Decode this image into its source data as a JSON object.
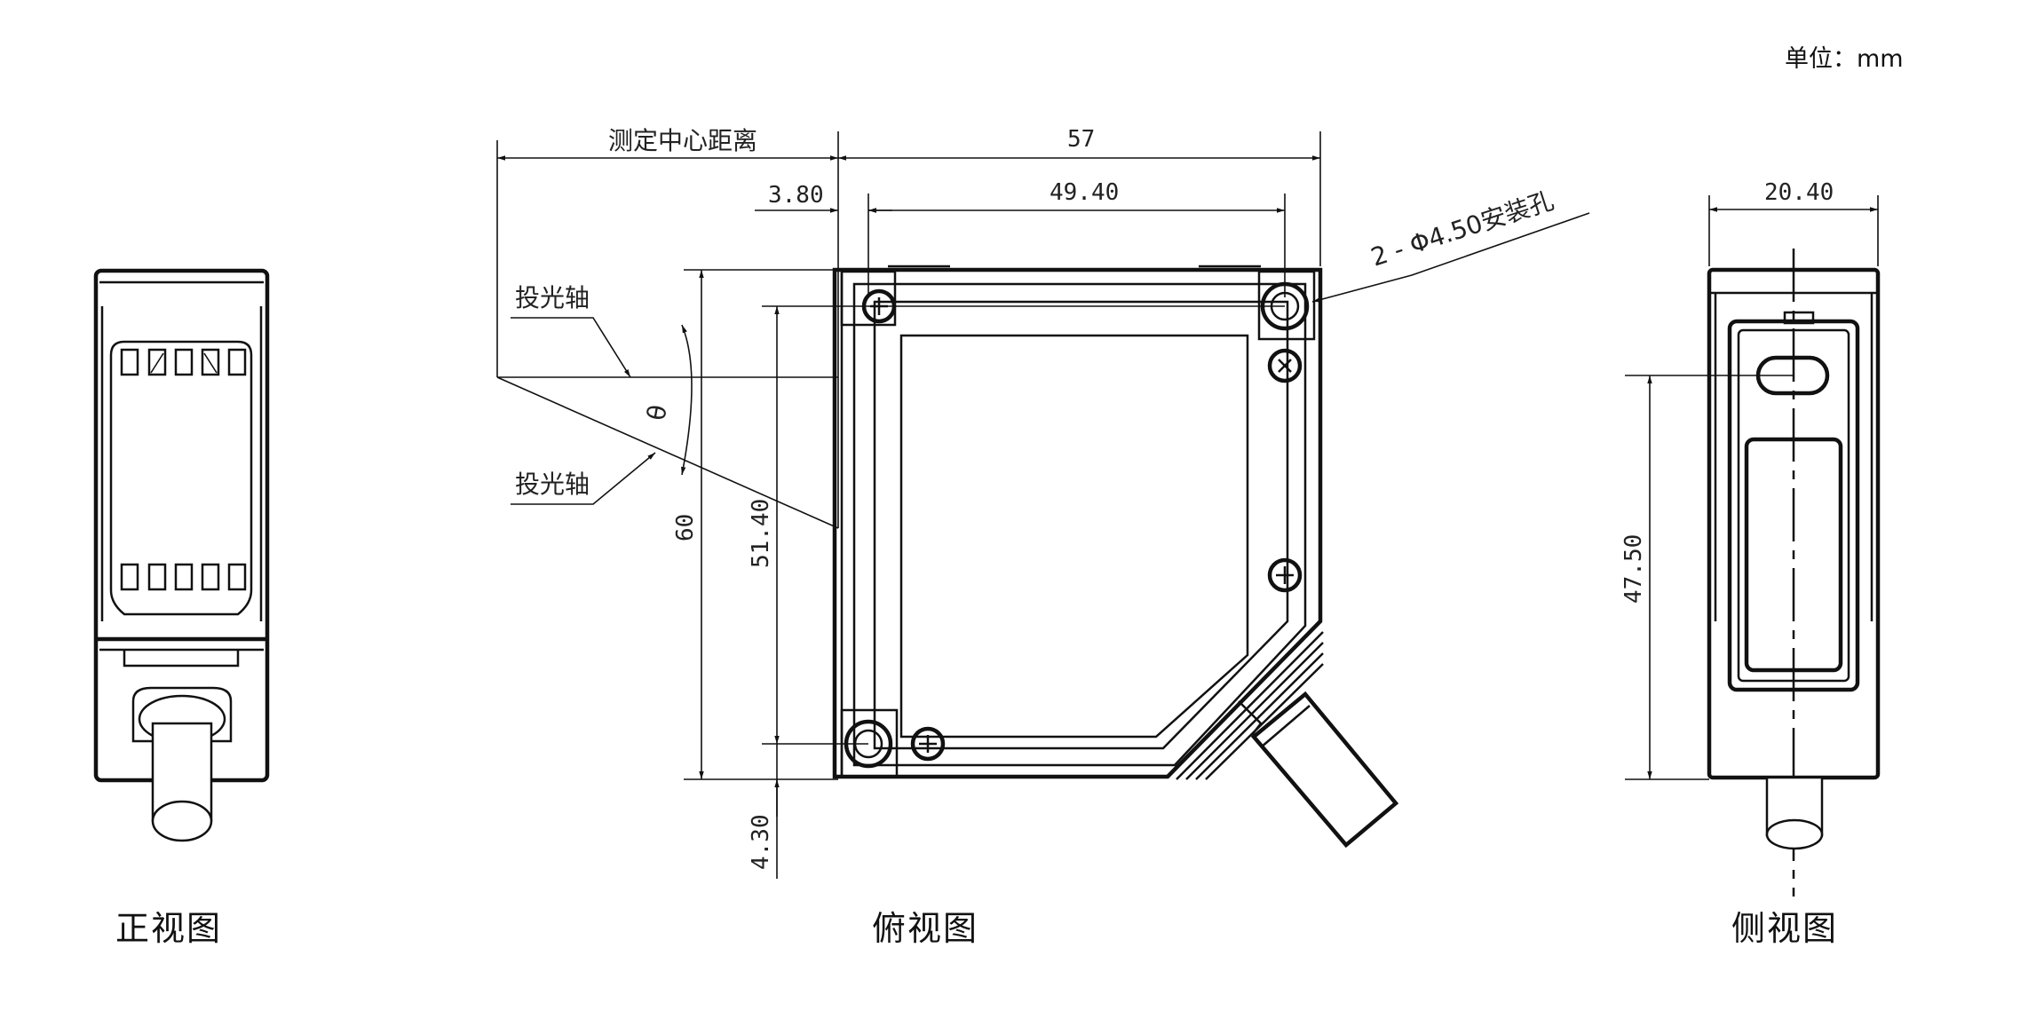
{
  "unit_label": "单位：mm",
  "views": {
    "front": "正视图",
    "top": "俯视图",
    "side": "侧视图"
  },
  "annotations": {
    "measure_center_distance": "测定中心距离",
    "projection_axis_1": "投光轴",
    "projection_axis_2": "投光轴",
    "angle_symbol": "θ",
    "mount_hole": "2 - Φ4.50安装孔"
  },
  "dimensions": {
    "width_57": "57",
    "offset_3_80": "3.80",
    "hole_spacing_49_40": "49.40",
    "height_60": "60",
    "hole_spacing_51_40": "51.40",
    "offset_4_30": "4.30",
    "side_width_20_40": "20.40",
    "side_height_47_50": "47.50"
  }
}
